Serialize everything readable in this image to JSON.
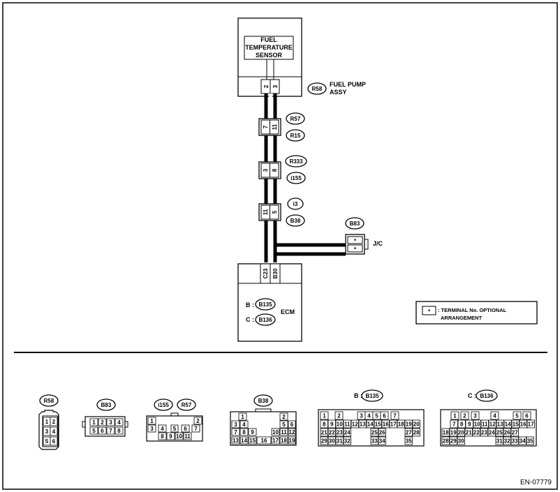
{
  "sensor": {
    "line1": "FUEL",
    "line2": "TEMPERATURE",
    "line3": "SENSOR",
    "pins": [
      "2",
      "3"
    ]
  },
  "fuel_pump": {
    "connector": "R58",
    "line1": "FUEL PUMP",
    "line2": "ASSY"
  },
  "junction_r57_r15": {
    "top": "R57",
    "bottom": "R15",
    "pins": [
      "7",
      "11"
    ]
  },
  "junction_r333_i155": {
    "top": "R333",
    "bottom": "i155",
    "pins": [
      "3",
      "8"
    ]
  },
  "junction_i3_b38": {
    "top": "i3",
    "bottom": "B38",
    "pins": [
      "11",
      "5"
    ]
  },
  "jc": {
    "connector": "B83",
    "label": "J/C",
    "pins": [
      "*",
      "*"
    ]
  },
  "ecm": {
    "label": "ECM",
    "pins": [
      "C23",
      "B30"
    ],
    "b_prefix": "B :",
    "b_connector": "B135",
    "c_prefix": "C :",
    "c_connector": "B136"
  },
  "legend": {
    "symbol": "*",
    "line1": ": TERMINAL No. OPTIONAL",
    "line2": "ARRANGEMENT"
  },
  "connector_views": {
    "r58": {
      "title": "R58",
      "pins": [
        "1",
        "2",
        "3",
        "4",
        "5",
        "6"
      ]
    },
    "b83": {
      "title": "B83",
      "pins": [
        "1",
        "2",
        "3",
        "4",
        "5",
        "6",
        "7",
        "8"
      ]
    },
    "i155_r57": {
      "title_a": "i155",
      "title_b": "R57",
      "pins": [
        "1",
        "2",
        "3",
        "4",
        "5",
        "6",
        "7",
        "8",
        "9",
        "10",
        "11"
      ]
    },
    "b38": {
      "title": "B38",
      "pins": [
        "1",
        "2",
        "3",
        "4",
        "5",
        "6",
        "7",
        "8",
        "9",
        "10",
        "11",
        "12",
        "13",
        "14",
        "15",
        "16",
        "17",
        "18",
        "19"
      ]
    },
    "b135": {
      "prefix": "B :",
      "title": "B135",
      "pins": [
        "1",
        "2",
        "3",
        "4",
        "5",
        "6",
        "7",
        "8",
        "9",
        "10",
        "11",
        "12",
        "13",
        "14",
        "15",
        "16",
        "17",
        "18",
        "19",
        "20",
        "21",
        "22",
        "23",
        "24",
        "25",
        "26",
        "27",
        "28",
        "29",
        "30",
        "31",
        "32",
        "33",
        "34",
        "35"
      ]
    },
    "b136": {
      "prefix": "C :",
      "title": "B136",
      "pins": [
        "1",
        "2",
        "3",
        "4",
        "5",
        "6",
        "7",
        "8",
        "9",
        "10",
        "11",
        "12",
        "13",
        "14",
        "15",
        "16",
        "17",
        "18",
        "19",
        "20",
        "21",
        "22",
        "23",
        "24",
        "25",
        "26",
        "27",
        "28",
        "29",
        "30",
        "31",
        "32",
        "33",
        "34",
        "35"
      ]
    }
  },
  "figure_id": "EN-07779"
}
